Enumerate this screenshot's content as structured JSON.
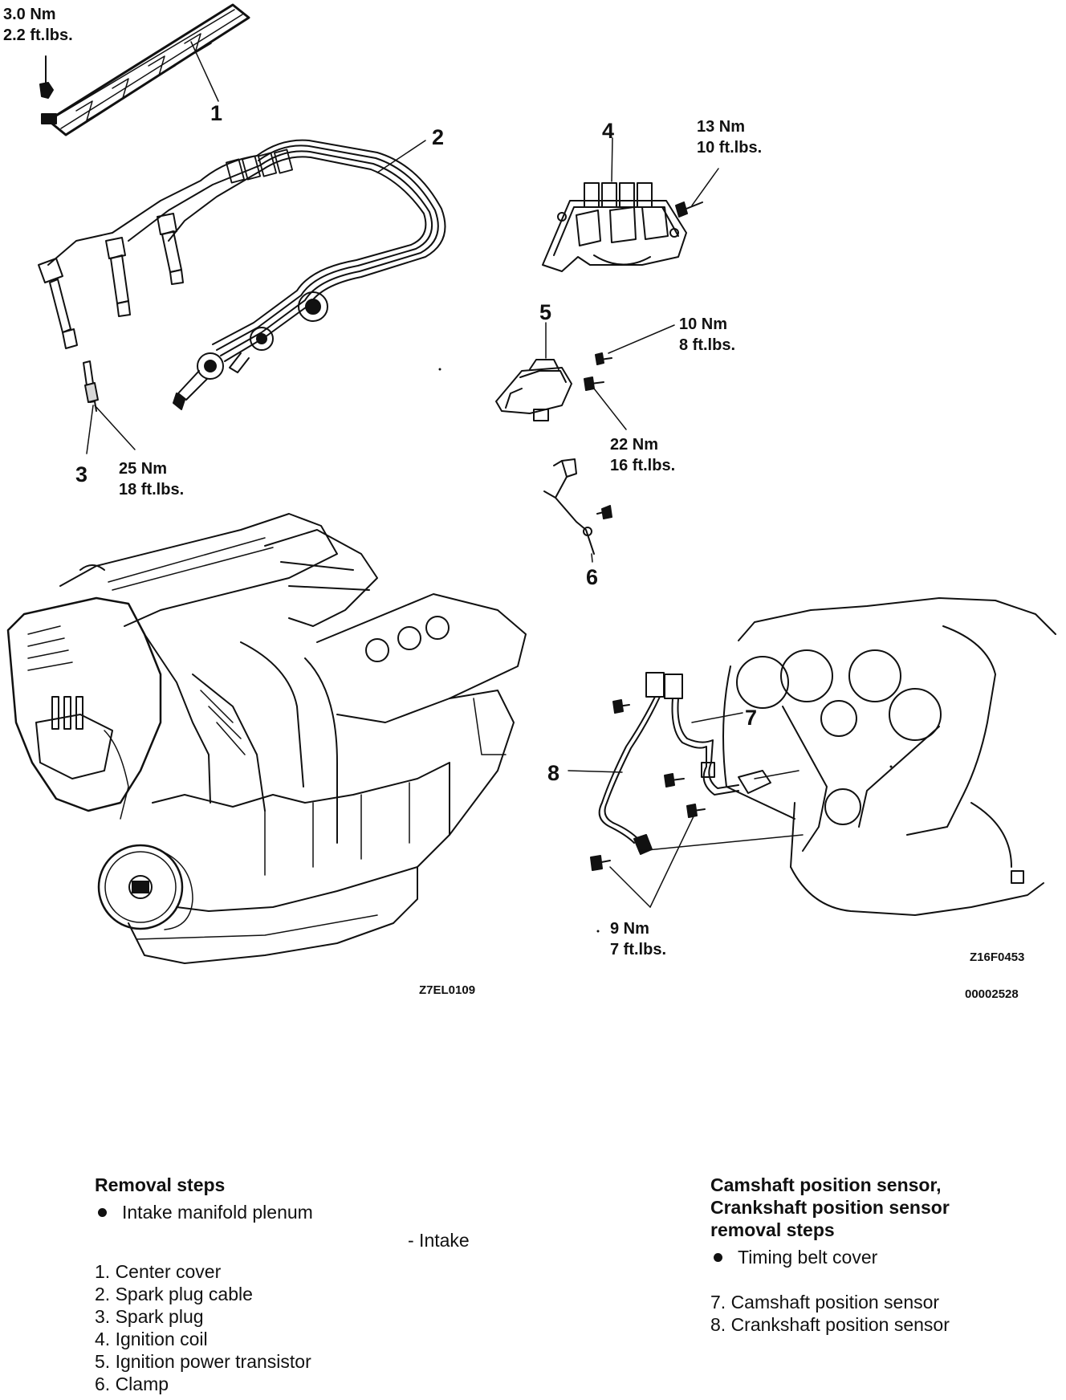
{
  "diagram": {
    "callouts": [
      "1",
      "2",
      "3",
      "4",
      "5",
      "6",
      "7",
      "8"
    ],
    "torques": {
      "center_cover": {
        "nm": "3.0 Nm",
        "ftlbs": "2.2 ft.lbs."
      },
      "spark_plug": {
        "nm": "25 Nm",
        "ftlbs": "18 ft.lbs."
      },
      "ignition_coil": {
        "nm": "13 Nm",
        "ftlbs": "10 ft.lbs."
      },
      "power_transistor_a": {
        "nm": "10 Nm",
        "ftlbs": "8 ft.lbs."
      },
      "power_transistor_b": {
        "nm": "22 Nm",
        "ftlbs": "16 ft.lbs."
      },
      "sensors": {
        "nm": "9 Nm",
        "ftlbs": "7 ft.lbs."
      }
    },
    "codes": {
      "engine": "Z7EL0109",
      "sensors": "Z16F0453",
      "document": "00002528"
    }
  },
  "left_steps": {
    "title": "Removal steps",
    "bullet": "Intake manifold plenum",
    "note": "-    Intake",
    "items": [
      "1. Center cover",
      "2. Spark plug cable",
      "3. Spark plug",
      "4. Ignition coil",
      "5. Ignition power transistor",
      "6. Clamp"
    ]
  },
  "right_steps": {
    "title_lines": [
      "Camshaft position sensor,",
      "Crankshaft position sensor",
      "removal steps"
    ],
    "bullet": "Timing belt cover",
    "items": [
      "7. Camshaft position sensor",
      "8. Crankshaft position sensor"
    ]
  }
}
